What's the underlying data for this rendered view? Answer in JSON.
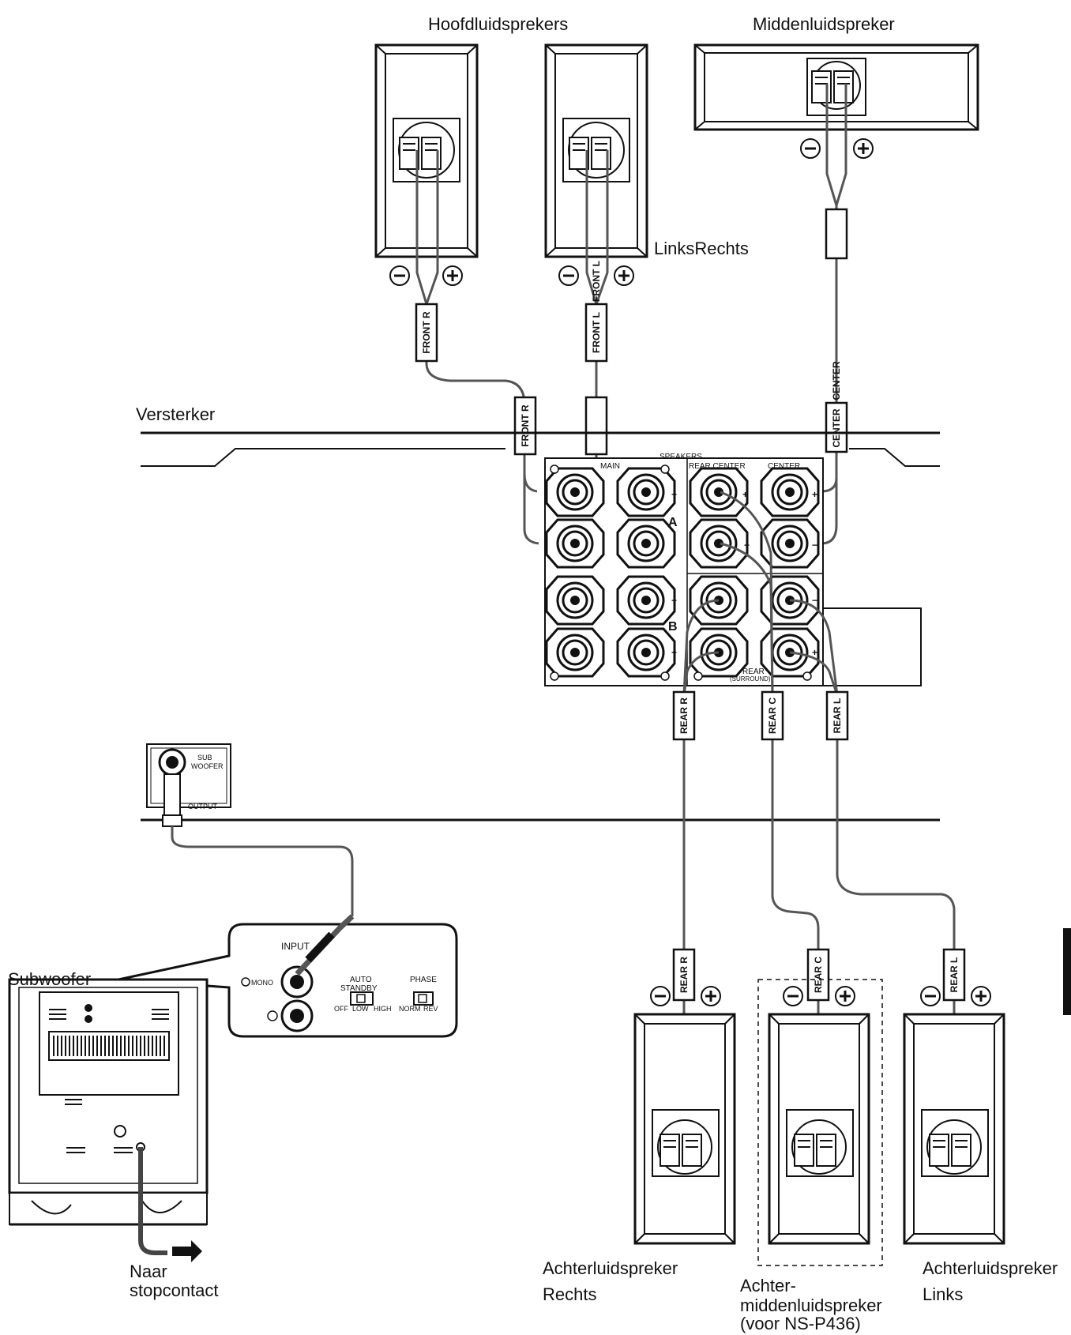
{
  "labels": {
    "front_group": "Hoofdluidsprekers",
    "center_speaker": "Middenluidspreker",
    "left_right": "LinksRechts",
    "amplifier": "Versterker",
    "subwoofer": "Subwoofer",
    "outlet_line1": "Naar",
    "outlet_line2": "stopcontact",
    "rear_right_line1": "Achterluidspreker",
    "rear_right_line2": "Rechts",
    "rear_center_line1": "Achter-",
    "rear_center_line2": "middenluidspreker",
    "rear_center_line3": "(voor NS-P436)",
    "rear_left_line1": "Achterluidspreker",
    "rear_left_line2": "Links"
  },
  "cable_tags": {
    "front_r": "FRONT R",
    "front_l": "FRONT L",
    "center": "CENTER",
    "rear_r": "REAR R",
    "rear_c": "REAR C",
    "rear_l": "REAR L"
  },
  "panel": {
    "speakers": "SPEAKERS",
    "main": "MAIN",
    "rear_center": "REAR CENTER",
    "center": "CENTER",
    "row_a": "A",
    "row_b": "B",
    "rear_surround_line1": "REAR",
    "rear_surround_line2": "(SURROUND)",
    "sub_woofer_line1": "SUB",
    "sub_woofer_line2": "WOOFER",
    "output": "OUTPUT"
  },
  "sub_panel": {
    "input": "INPUT",
    "mono": "MONO",
    "auto_standby_line1": "AUTO",
    "auto_standby_line2": "STANDBY",
    "phase": "PHASE",
    "off": "OFF",
    "low": "LOW",
    "high": "HIGH",
    "norm": "NORM",
    "rev": "REV"
  },
  "polarity": {
    "minus": "−",
    "plus": "+"
  }
}
